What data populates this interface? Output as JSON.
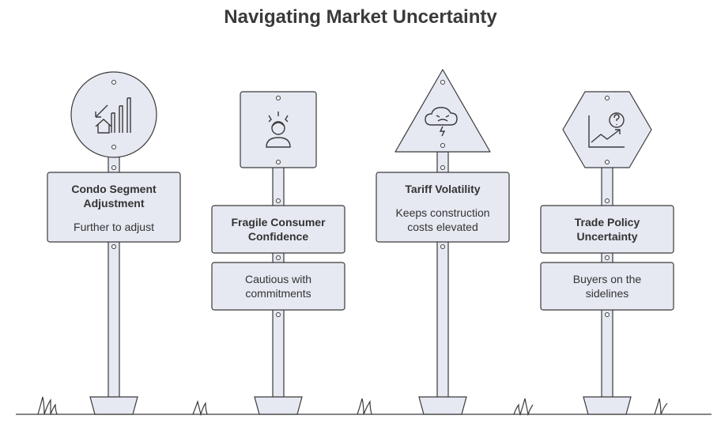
{
  "title": "Navigating Market Uncertainty",
  "colors": {
    "fill": "#e6e9f2",
    "stroke": "#3a3a3a",
    "text": "#333333"
  },
  "posts": [
    {
      "icon": "house-chart-icon",
      "panels": [
        {
          "heading": "Condo Segment Adjustment",
          "text": "Further to adjust"
        }
      ]
    },
    {
      "icon": "stressed-person-icon",
      "panels": [
        {
          "heading": "Fragile Consumer Confidence"
        },
        {
          "text": "Cautious with commitments"
        }
      ]
    },
    {
      "icon": "storm-cloud-icon",
      "panels": [
        {
          "heading": "Tariff Volatility",
          "text": "Keeps construction costs elevated"
        }
      ]
    },
    {
      "icon": "question-trend-icon",
      "panels": [
        {
          "heading": "Trade Policy Uncertainty"
        },
        {
          "text": "Buyers on the sidelines"
        }
      ]
    }
  ]
}
